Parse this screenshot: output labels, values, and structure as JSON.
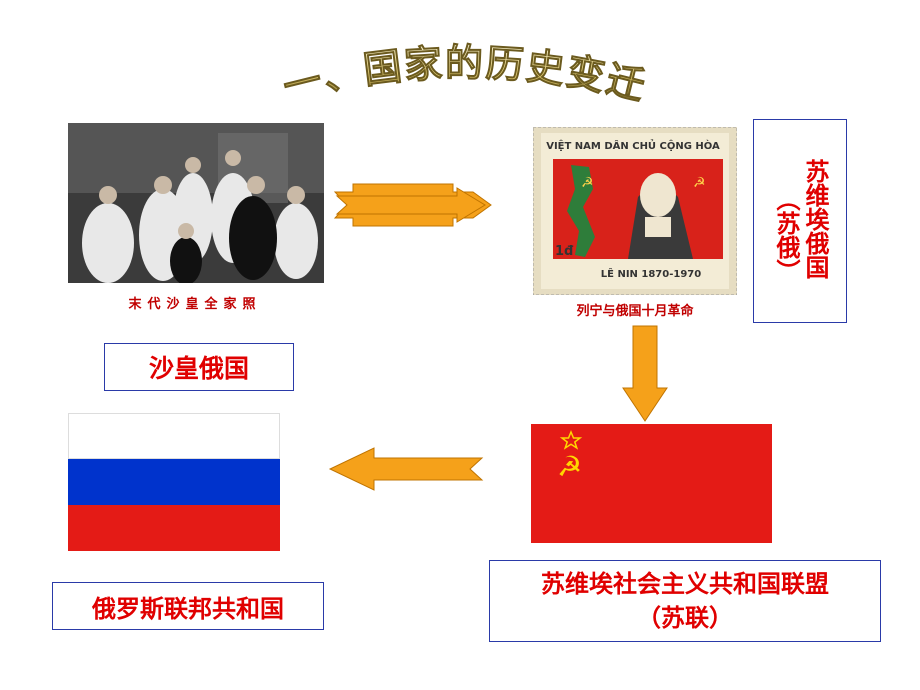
{
  "title_art": {
    "text": "一、国家的历史变迁"
  },
  "tsar_photo": {
    "caption": "末代沙皇全家照"
  },
  "stamp": {
    "top_text": "VIỆT NAM DÂN CHỦ CỘNG HÒA",
    "denomination": "1đ",
    "bottom_text": "LÊ NIN 1870-1970",
    "caption": "列宁与俄国十月革命"
  },
  "labels": {
    "tsarist_russia": "沙皇俄国",
    "soviet_russia_main": "苏维埃俄国",
    "soviet_russia_short": "（苏俄）",
    "russian_federation": "俄罗斯联邦共和国",
    "ussr_main": "苏维埃社会主义共和国联盟",
    "ussr_short": "（苏联）"
  },
  "colors": {
    "label_text": "#e00000",
    "label_border": "#2a3aa8",
    "arrow_fill": "#f5a11a",
    "russia_flag": [
      "#ffffff",
      "#0033cc",
      "#e41b16"
    ],
    "ussr_flag": "#e41b16",
    "ussr_emblem": "#ffd700"
  }
}
